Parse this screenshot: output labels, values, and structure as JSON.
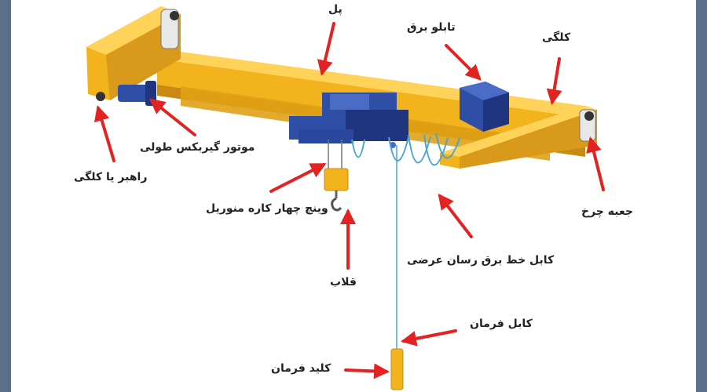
{
  "diagram": {
    "labels": {
      "bridge": "پل",
      "control_panel": "تابلو برق",
      "end_carriage_right": "کلگی",
      "travel_gear_motor": "موتور گیربکس طولی",
      "guide_end_carriage": "راهبر یا کلگی",
      "wheel_box": "جعبه چرخ",
      "monorail_winch": "وینچ چهار کاره منوریل",
      "cross_power_cable": "کابل خط برق رسان عرضی",
      "hook": "قلاب",
      "control_cable": "کابل فرمان",
      "control_key": "کلید فرمان"
    },
    "colors": {
      "crane_yellow": "#f2b31c",
      "crane_yellow_dark": "#c98a12",
      "crane_yellow_light": "#ffd25a",
      "hoist_blue": "#2f4fa6",
      "hoist_blue_dark": "#1f3580",
      "cable_blue": "#4aa6cf",
      "arrow_red": "#e32222",
      "frame": "#5b6f88"
    }
  }
}
